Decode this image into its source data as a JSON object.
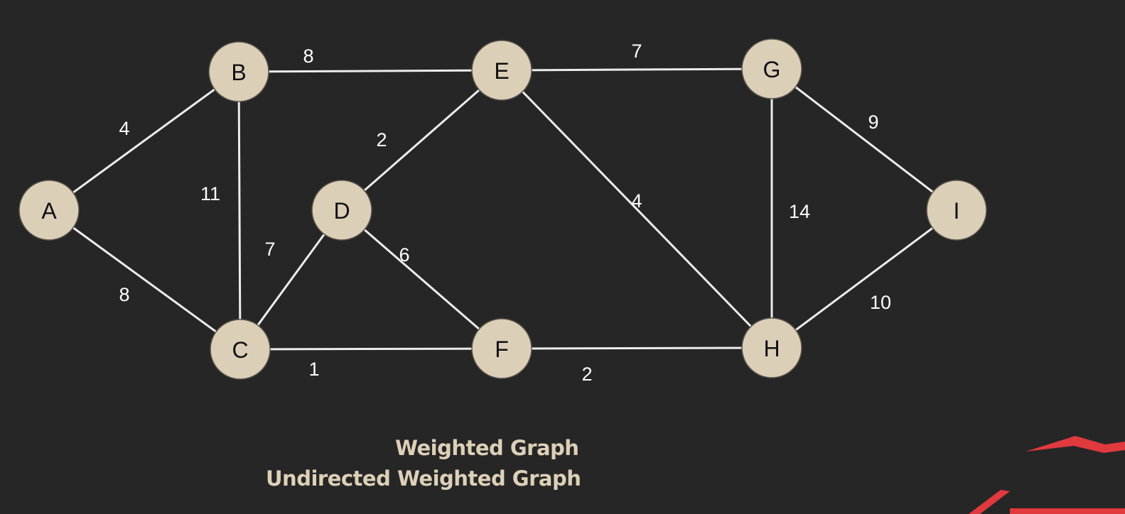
{
  "nodes": [
    {
      "id": "A",
      "label": "A"
    },
    {
      "id": "B",
      "label": "B"
    },
    {
      "id": "C",
      "label": "C"
    },
    {
      "id": "D",
      "label": "D"
    },
    {
      "id": "E",
      "label": "E"
    },
    {
      "id": "F",
      "label": "F"
    },
    {
      "id": "G",
      "label": "G"
    },
    {
      "id": "H",
      "label": "H"
    },
    {
      "id": "I",
      "label": "I"
    }
  ],
  "edges": [
    {
      "from": "A",
      "to": "B",
      "weight": "4"
    },
    {
      "from": "A",
      "to": "C",
      "weight": "8"
    },
    {
      "from": "B",
      "to": "C",
      "weight": "11"
    },
    {
      "from": "B",
      "to": "E",
      "weight": "8"
    },
    {
      "from": "C",
      "to": "D",
      "weight": "7"
    },
    {
      "from": "C",
      "to": "F",
      "weight": "1"
    },
    {
      "from": "D",
      "to": "E",
      "weight": "2"
    },
    {
      "from": "D",
      "to": "F",
      "weight": "6"
    },
    {
      "from": "E",
      "to": "G",
      "weight": "7"
    },
    {
      "from": "E",
      "to": "H",
      "weight": "4"
    },
    {
      "from": "F",
      "to": "H",
      "weight": "2"
    },
    {
      "from": "G",
      "to": "H",
      "weight": "14"
    },
    {
      "from": "G",
      "to": "I",
      "weight": "9"
    },
    {
      "from": "H",
      "to": "I",
      "weight": "10"
    }
  ],
  "captions": {
    "line1": "Weighted Graph",
    "line2": "Undirected Weighted Graph"
  },
  "colors": {
    "background": "#262626",
    "node_fill": "#dccfb8",
    "edge": "#ececec",
    "weight_text": "#ffffff",
    "caption_text": "#ddd0b8",
    "logo_accent": "#e0393e"
  }
}
